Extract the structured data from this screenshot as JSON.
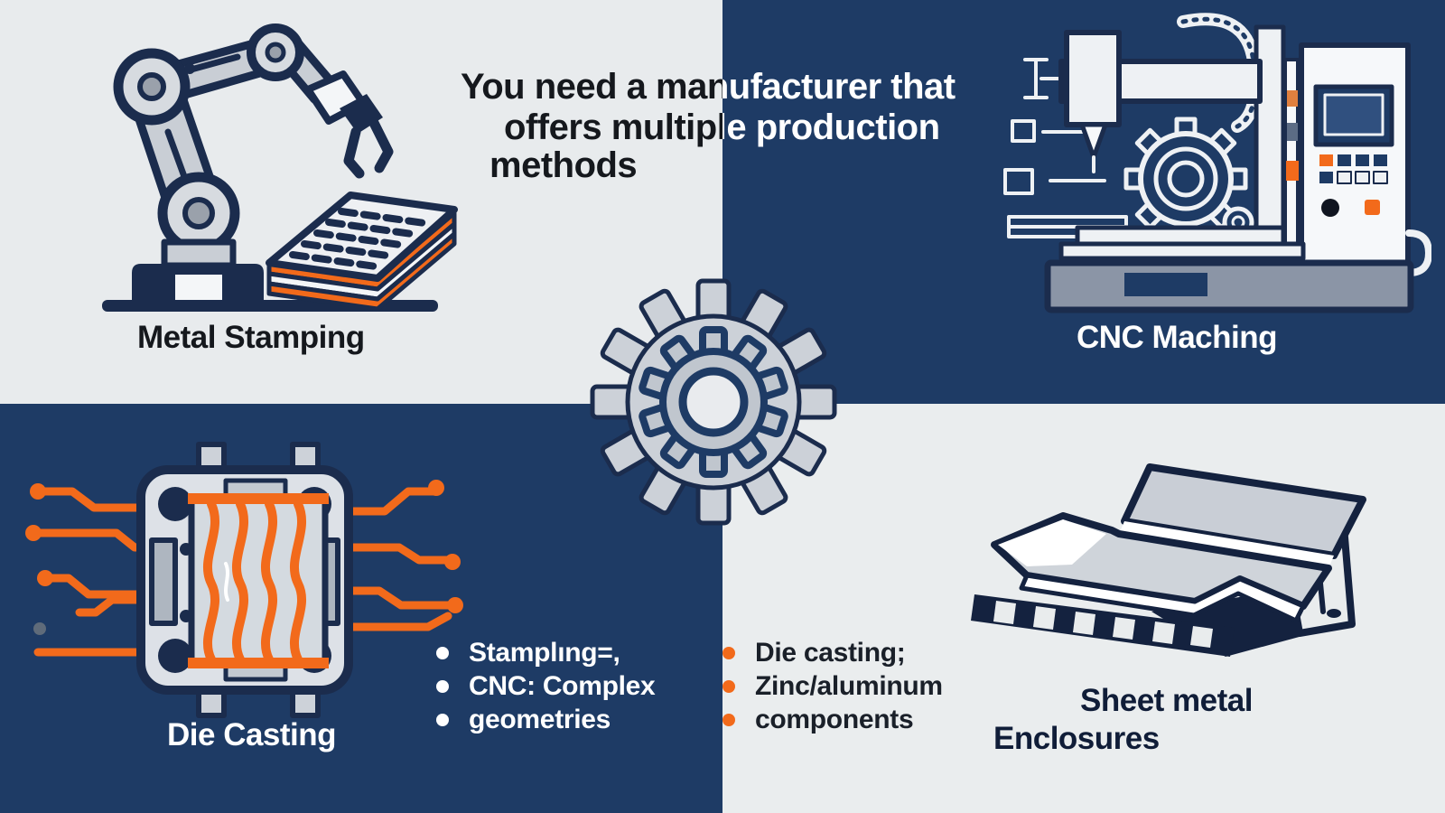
{
  "title": {
    "line1": "You need a manufacturer that",
    "line2": "offers multiple production",
    "line3": "methods"
  },
  "quadrants": {
    "metal_stamping": {
      "label": "Metal Stamping"
    },
    "cnc_machining": {
      "label": "CNC Maching"
    },
    "die_casting": {
      "label": "Die Casting"
    },
    "sheet_metal": {
      "label_line1": "Sheet metal",
      "label_line2": "Enclosures"
    }
  },
  "lists": {
    "left": {
      "items": [
        "Stamplıng=,",
        "CNC: Complex",
        "geometries"
      ],
      "bullet_color": "#ffffff",
      "text_color": "#ffffff"
    },
    "right": {
      "items": [
        "Die casting;",
        "Zinc/aluminum",
        "components"
      ],
      "bullet_color": "#f26a1b",
      "text_color": "#1a2029"
    }
  },
  "icons": {
    "center": "gear-icon",
    "top_left": "robot-arm-stamping-icon",
    "top_right": "cnc-machine-icon",
    "bottom_left": "die-cast-mold-icon",
    "bottom_right": "sheet-metal-enclosure-icon"
  },
  "colors": {
    "navy_background": "#1e3b65",
    "light_background": "#e8ebed",
    "outline_navy": "#1b2c4d",
    "accent_orange": "#f26a1b",
    "metal_gray": "#ccd1d8",
    "white": "#ffffff",
    "dark_text": "#15181d"
  }
}
